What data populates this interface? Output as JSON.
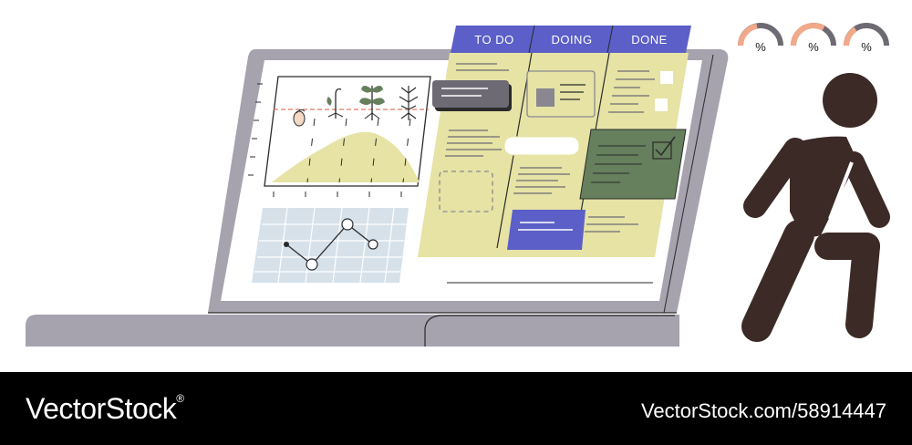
{
  "board": {
    "columns": [
      {
        "label": "TO DO"
      },
      {
        "label": "DOING"
      },
      {
        "label": "DONE"
      }
    ]
  },
  "gauges": [
    {
      "label": "%"
    },
    {
      "label": "%"
    },
    {
      "label": "%"
    }
  ],
  "footer": {
    "brand": "VectorStock",
    "registered_mark": "®",
    "url": "VectorStock.com/58914447"
  },
  "colors": {
    "laptop": "#a6a2ae",
    "screen": "#ffffff",
    "board_bg": "#e6e3a5",
    "column_header": "#5b5fc7",
    "sticky_green": "#667f5c",
    "sticky_blue": "#5b5fc7",
    "card_gray": "#6e6a74",
    "person": "#3c2a26",
    "gauge_peach": "#f2a98a",
    "gauge_gray": "#6e6a74",
    "grid_blue": "#d6e1ea",
    "growth_area": "#e6e3a5"
  },
  "icons": [
    "seed-icon",
    "sprout-icon",
    "seedling-icon",
    "plant-icon",
    "root-plant-icon",
    "checkmark-icon",
    "person-walking-icon"
  ]
}
